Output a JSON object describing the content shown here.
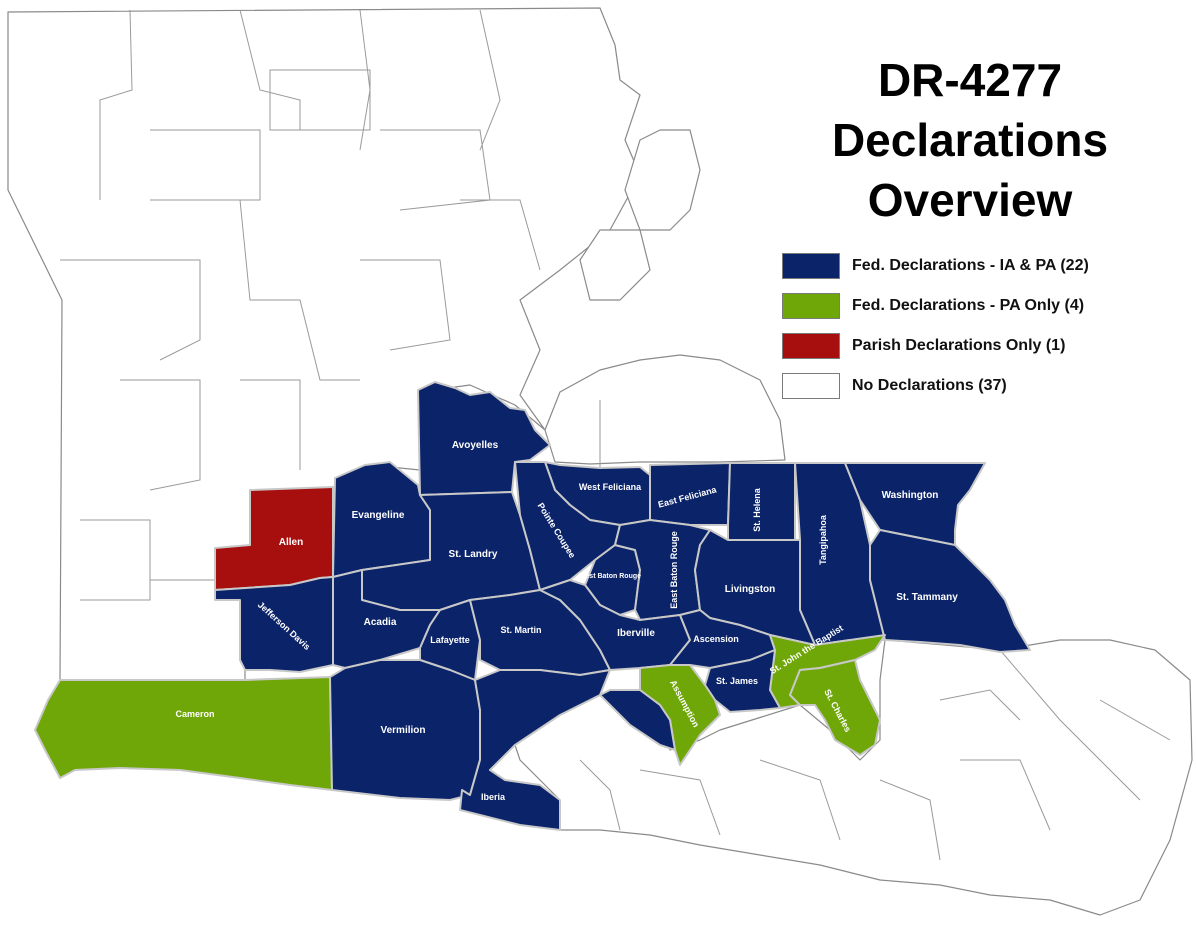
{
  "title": {
    "line1": "DR-4277",
    "line2": "Declarations",
    "line3": "Overview"
  },
  "colors": {
    "ia_pa": "#0a2369",
    "pa_only": "#6fa708",
    "parish": "#a70e0e",
    "none": "#ffffff"
  },
  "legend": [
    {
      "label": "Fed. Declarations - IA & PA (22)",
      "color": "#0a2369"
    },
    {
      "label": "Fed. Declarations - PA Only (4)",
      "color": "#6fa708"
    },
    {
      "label": "Parish Declarations Only (1)",
      "color": "#a70e0e"
    },
    {
      "label": "No Declarations (37)",
      "color": "#ffffff"
    }
  ],
  "parishes": {
    "avoyelles": "Avoyelles",
    "evangeline": "Evangeline",
    "allen": "Allen",
    "st_landry": "St. Landry",
    "west_feliciana": "West Feliciana",
    "east_feliciana": "East Feliciana",
    "st_helena": "St. Helena",
    "tangipahoa": "Tangipahoa",
    "washington": "Washington",
    "pointe_coupee": "Pointe Coupee",
    "west_baton_rouge": "West Baton Rouge",
    "east_baton_rouge": "East Baton Rouge",
    "livingston": "Livingston",
    "st_tammany": "St. Tammany",
    "jefferson_davis": "Jefferson Davis",
    "acadia": "Acadia",
    "lafayette": "Lafayette",
    "st_martin": "St. Martin",
    "iberville": "Iberville",
    "ascension": "Ascension",
    "st_john": "St. John the Baptist",
    "st_james": "St. James",
    "assumption": "Assumption",
    "st_charles": "St. Charles",
    "cameron": "Cameron",
    "vermilion": "Vermilion",
    "iberia": "Iberia"
  }
}
